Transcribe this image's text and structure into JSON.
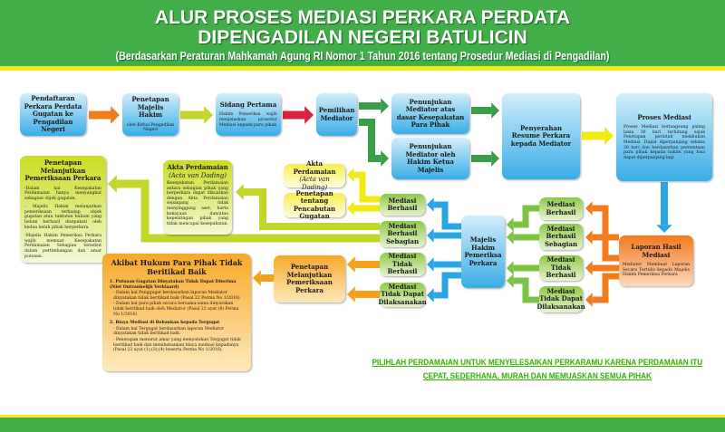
{
  "header": {
    "title1": "ALUR PROSES MEDIASI PERKARA PERDATA",
    "title2": "DIPENGADILAN NEGERI BATULICIN",
    "subtitle": "(Berdasarkan Peraturan Mahkamah Agung RI Nomor 1 Tahun 2016 tentang Prosedur Mediasi di Pengadilan)"
  },
  "flow": {
    "pendaftaran": "Pendaftaran Perkara Perdata Gugatan ke Pengadilan Negeri",
    "penetapan_majelis": {
      "title": "Penetapan Majelis Hakim",
      "note": "oleh Ketua Pengadilan Negeri"
    },
    "sidang": {
      "title": "Sidang Pertama",
      "note": "Hakim Pemeriksa wajib menjelaskan prosedur Mediasi kepada para pihak"
    },
    "pemilihan": "Pemilihan Mediator",
    "penunjukan_sepakat": "Penunjukan Mediator atas dasar Kesepakatan Para Pihak",
    "penunjukan_hakim": "Penunjukan Mediator oleh Hakim Ketua Majelis",
    "penyerahan": "Penyerahan Resume Perkara kepada Mediator",
    "proses": {
      "title": "Proses Mediasi",
      "note": "Proses Mediasi berlangsung paling lama 30 hari terhitung sejak Penetapan perintah melakukan Mediasi. Dapat diperpanjang selama 30 hari dan berdasarkan permintaan para pihak kepada hakim yang bisa dapat diperpanjang lagi"
    },
    "laporan": {
      "title": "Laporan Hasil Mediasi",
      "note": "Mediator Membuat Laporan Secara Tertulis kepada Majelis Hakim Pemeriksa Perkara"
    },
    "majelis": "Majelis Hakim Pemeriksa Perkara",
    "results_right": [
      "Mediasi Berhasil",
      "Mediasi Berhasil Sebagian",
      "Mediasi Tidak Berhasil",
      "Mediasi Tidak Dapat Dilaksanakan"
    ],
    "results_left": [
      "Mediasi Berhasil",
      "Mediasi Berhasil Sebagian",
      "Mediasi Tidak Berhasil",
      "Mediasi Tidak Dapat Dilaksanakan"
    ],
    "akta_small": {
      "title": "Akta Perdamaian",
      "sub": "(Acta van Dading)"
    },
    "pencabutan": "Penetapan tentang Pencabutan Gugatan",
    "akta_big": {
      "title": "Akta Perdamaian",
      "sub": "(Acta van Dading)",
      "note": "Kesepakatan Perdamaian antara sebagian pihak yang berperkara dapat dikuatkan dengan Akta Perdamaian sepanjang tidak menyinggung aset, harta kekayaan dan/atau kepentingan pihak yang tidak mencapai kesepakatan."
    },
    "penetapan_lanjut_left": {
      "title": "Penetapan Melanjutkan Pemeriksaan Perkara",
      "notes": [
        "-Dalam hal Kesepakatan Perdamaian hanya menyangkut sebagian objek gugatan.",
        "- Majelis Hakim melanjutkan pemeriksaan terhadap objek gugatan atau tuntutan hukum yang belum berhasil disepakati oleh kedua belah pihak berperkara.",
        "-Majelis Hakim Pemeriksa Perkara wajib memuat Kesepakatan Perdamaian Sebagian tersebut dalam pertimbangan dan amar putusan."
      ]
    },
    "penetapan_lanjut_orange": "Penetapan Melanjutkan Pemeriksaan Perkara",
    "akibat": {
      "title": "Akibat Hukum Para Pihak Tidak Beritikad Baik",
      "items": [
        {
          "head": "1. Putusan Gugatan Dinyatakan Tidak Dapat Diterima (Niet Ontvankelijk Verklaard)",
          "subs": [
            "- Dalam hal Penggugat berdasarkan laporan Mediator dinyatakan tidak beritikad baik (Pasal 22 Perma No 1/2016)",
            "- Dalam hal para pihak secara bersama-sama dinyatakan tidak beritikad baik oleh Mediator (Pasal 23 ayat (8) Perma No 1/2016)"
          ]
        },
        {
          "head": "2. Biaya Mediasi di Bebankan kepada Tergugat",
          "subs": [
            "- Dalam hal Tergugat berdasarkan laporan Mediator dinyatakan tidak beritikad baik.",
            "- Penetapan menurut amar yang menyatakan Tergugat tidak beritikad baik dan membebankan biaya mediasi kepadanya (Pasal 23 ayat (1),(3),(4) beserta Perma No 1/2016)."
          ]
        }
      ]
    }
  },
  "slogan": {
    "line1": "PILIHLAH PERDAMAIAN UNTUK MENYELESAIKAN PERKARAMU KARENA PERDAMAIAN ITU",
    "line2": "CEPAT, SEDERHANA, MURAH DAN MEMUASKAN SEMUA PIHAK"
  },
  "colors": {
    "header": "#41ae4a",
    "stripe": "#f4ea15",
    "slogan": "#35b03a"
  }
}
